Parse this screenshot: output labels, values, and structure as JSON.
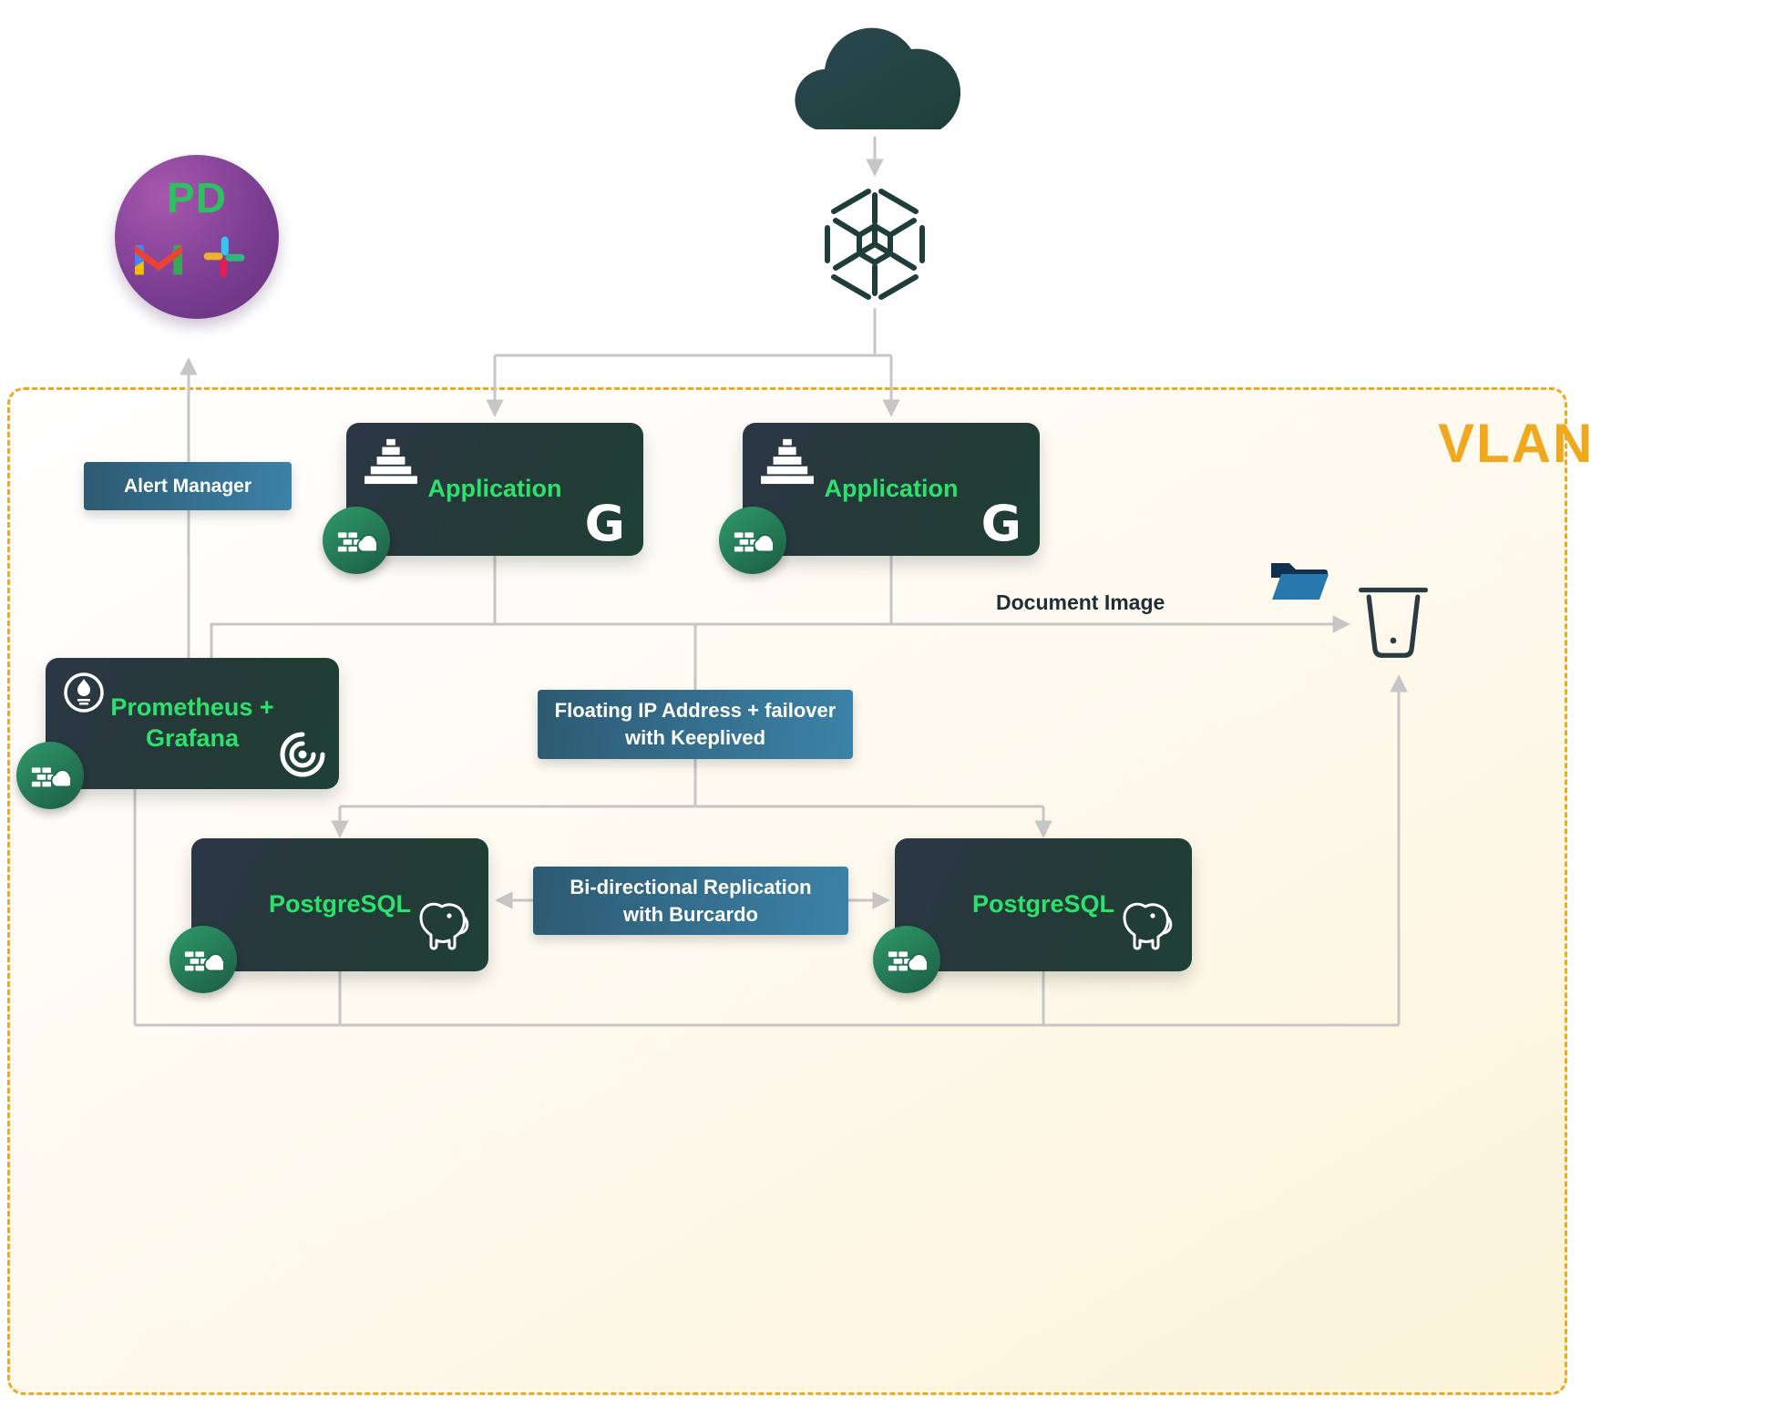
{
  "vlan": {
    "label": "VLAN"
  },
  "labels": {
    "document_image": "Document Image"
  },
  "nodes": {
    "alert_manager": {
      "label": "Alert Manager"
    },
    "application_left": {
      "label": "Application"
    },
    "application_right": {
      "label": "Application"
    },
    "prometheus_grafana": {
      "line1": "Prometheus +",
      "line2": "Grafana"
    },
    "floating_ip": {
      "line1": "Floating IP Address + failover",
      "line2": "with Keeplived"
    },
    "postgresql_left": {
      "label": "PostgreSQL"
    },
    "postgresql_right": {
      "label": "PostgreSQL"
    },
    "replication": {
      "line1": "Bi-directional Replication",
      "line2": "with Burcardo"
    }
  },
  "alerting": {
    "pagerduty_text": "PD"
  },
  "icons": {
    "g_logo_text": "G",
    "cloud": "internet-cloud",
    "load_balancer": "hexagon-mesh-load-balancer",
    "firewall_badge": "firewall-cloud",
    "prometheus": "prometheus-flame",
    "grafana": "grafana-spiral",
    "postgresql": "postgres-elephant",
    "gmail": "gmail-m",
    "slack": "slack-hash",
    "folder": "open-folder",
    "trash": "trash-can",
    "pyramid": "stepped-pyramid"
  },
  "colors": {
    "vlan_accent": "#F0A91E",
    "node_text_green": "#2CE26C",
    "dark_node_from": "#2C3746",
    "dark_node_to": "#1F4036",
    "blue_node_from": "#2D5A72",
    "blue_node_to": "#3C82A8",
    "badge_green_from": "#2F9A69",
    "badge_green_to": "#1C5C44",
    "connector_gray": "#C6C6C6",
    "pagerduty_purple": "#7C3F92",
    "pd_green": "#2EC162"
  }
}
